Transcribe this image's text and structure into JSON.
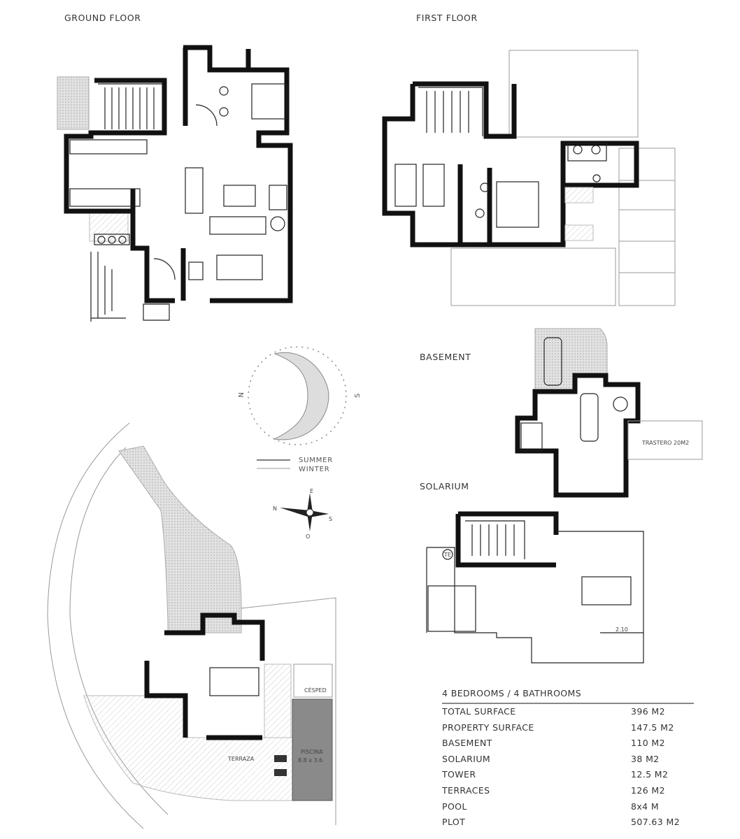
{
  "labels": {
    "ground_floor": "GROUND FLOOR",
    "first_floor": "FIRST FLOOR",
    "basement": "BASEMENT",
    "solarium": "SOLARIUM"
  },
  "sun_chart": {
    "north": "N",
    "south": "S",
    "legend": [
      {
        "name": "SUMMER",
        "color": "#555555"
      },
      {
        "name": "WINTER",
        "color": "#bbbbbb"
      }
    ]
  },
  "compass": {
    "n": "N",
    "e": "E",
    "s": "S",
    "o": "O"
  },
  "basement_plan": {
    "storage": "TRASTERO 20M2"
  },
  "solarium_plan": {
    "dimension": "2.10",
    "tv": "TE"
  },
  "site_plan": {
    "terrace": "TERRAZA",
    "pool_name": "PISCINA",
    "pool_size": "8.8 x 3.6",
    "lawn": "CÉSPED"
  },
  "specs": {
    "heading": "4 BEDROOMS / 4 BATHROOMS",
    "rows": [
      {
        "label": "TOTAL SURFACE",
        "value": "396 M2"
      },
      {
        "label": "PROPERTY SURFACE",
        "value": "147.5 M2"
      },
      {
        "label": "BASEMENT",
        "value": "110 M2"
      },
      {
        "label": "SOLARIUM",
        "value": "38 M2"
      },
      {
        "label": "TOWER",
        "value": "12.5 M2"
      },
      {
        "label": "TERRACES",
        "value": "126 M2"
      },
      {
        "label": "POOL",
        "value": "8x4 M"
      },
      {
        "label": "PLOT",
        "value": "507.63 M2"
      }
    ]
  }
}
